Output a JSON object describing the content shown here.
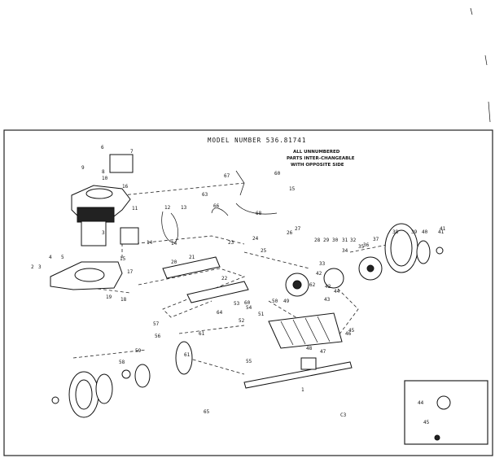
{
  "diagram": {
    "header": "MODEL NUMBER 536.81741",
    "note_lines": [
      "ALL UNNUMBERED",
      "PARTS INTER-CHANGEABLE",
      "WITH OPPOSITE SIDE"
    ],
    "figure_code": "C3",
    "inset_labels": [
      "44",
      "45"
    ],
    "part_labels": [
      "6",
      "7",
      "8",
      "9",
      "10",
      "16",
      "11",
      "12",
      "13",
      "14",
      "15",
      "3",
      "4",
      "5",
      "2",
      "3",
      "17",
      "18",
      "19",
      "20",
      "21",
      "22",
      "23",
      "24",
      "25",
      "26",
      "27",
      "28",
      "29",
      "30",
      "31",
      "32",
      "33",
      "34",
      "35",
      "36",
      "37",
      "38",
      "39",
      "40",
      "41",
      "42",
      "43",
      "44",
      "45",
      "46",
      "47",
      "48",
      "49",
      "50",
      "51",
      "52",
      "53",
      "54",
      "55",
      "56",
      "57",
      "58",
      "59",
      "60",
      "61",
      "62",
      "63",
      "64",
      "65",
      "66",
      "67",
      "68",
      "1",
      "15",
      "14",
      "42",
      "41",
      "60",
      "61"
    ]
  }
}
